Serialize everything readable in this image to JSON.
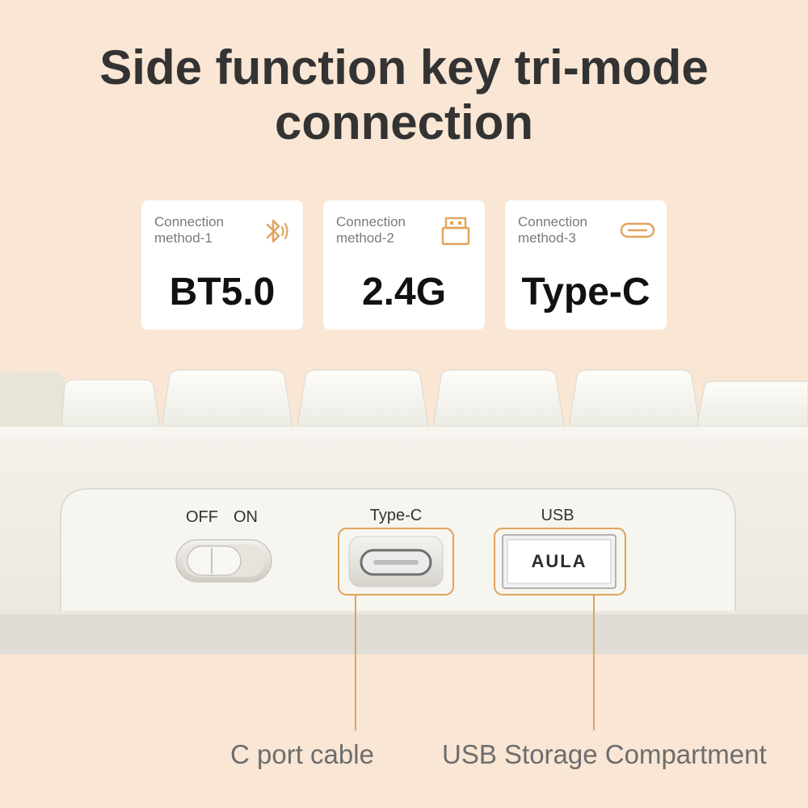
{
  "header": {
    "title_line1": "Side function key tri-mode",
    "title_line2": "connection"
  },
  "cards": [
    {
      "label_line1": "Connection",
      "label_line2": "method-1",
      "value": "BT5.0",
      "icon": "bluetooth-icon"
    },
    {
      "label_line1": "Connection",
      "label_line2": "method-2",
      "value": "2.4G",
      "icon": "usb-dongle-icon"
    },
    {
      "label_line1": "Connection",
      "label_line2": "method-3",
      "value": "Type-C",
      "icon": "type-c-port-icon"
    }
  ],
  "keyboard": {
    "switch_off_label": "OFF",
    "switch_on_label": "ON",
    "typec_label": "Type-C",
    "usb_label": "USB",
    "brand_logo": "AULA"
  },
  "callouts": {
    "left": "C port cable",
    "right": "USB Storage Compartment"
  },
  "colors": {
    "background": "#f9e6d4",
    "accent": "#e0a35c",
    "title_text": "#333333",
    "card_bg": "#ffffff"
  }
}
